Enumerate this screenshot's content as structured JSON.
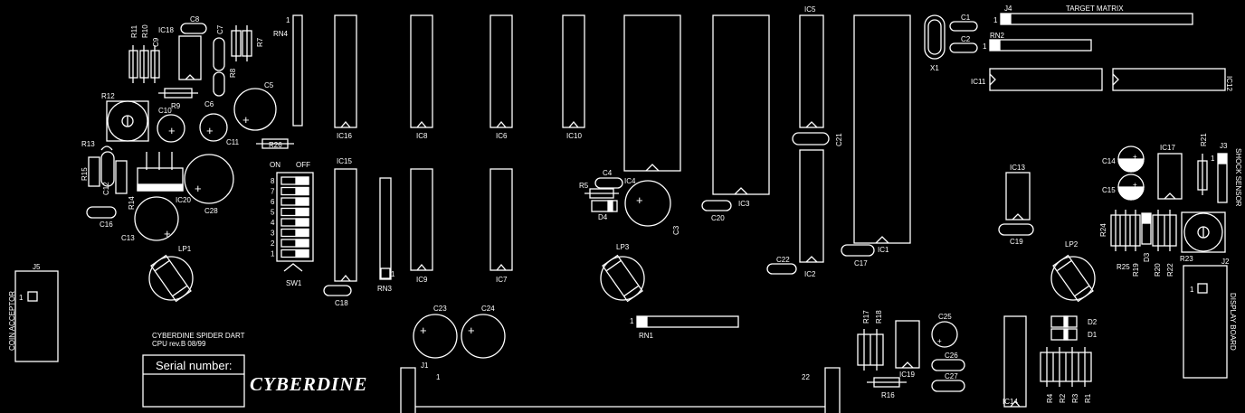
{
  "board": {
    "title": "CYBERDINE SPIDER DART",
    "revision": "CPU rev.B 08/99",
    "serial_label": "Serial number:",
    "logo_text": "CYBERDINE"
  },
  "labels": {
    "ic18": "IC18",
    "c8": "C8",
    "c7": "C7",
    "r7": "R7",
    "r8": "R8",
    "c6": "C6",
    "r11": "R11",
    "r10": "R10",
    "c9": "C9",
    "r12": "R12",
    "r9": "R9",
    "c10": "C10",
    "c11": "C11",
    "c5": "C5",
    "r26": "R26",
    "r13": "R13",
    "r15": "R15",
    "c12": "C12",
    "r14": "R14",
    "ic20": "IC20",
    "c28": "C28",
    "c16": "C16",
    "c13": "C13",
    "lp1": "LP1",
    "j5": "J5",
    "coin_acceptor": "COIN ACCEPTOR",
    "rn4": "RN4",
    "ic16": "IC16",
    "ic8": "IC8",
    "ic6": "IC6",
    "ic10": "IC10",
    "ic15": "IC15",
    "ic9": "IC9",
    "ic7": "IC7",
    "rn3": "RN3",
    "sw1": "SW1",
    "sw_on": "ON",
    "sw_off": "OFF",
    "c18": "C18",
    "c23": "C23",
    "c24": "C24",
    "j1": "J1",
    "c4": "C4",
    "ic4": "IC4",
    "r5": "R5",
    "d4": "D4",
    "c3": "C3",
    "lp3": "LP3",
    "rn1": "RN1",
    "c20": "C20",
    "ic3": "IC3",
    "ic5": "IC5",
    "c21": "C21",
    "c22": "C22",
    "ic2": "IC2",
    "c17": "C17",
    "ic1": "IC1",
    "x1": "X1",
    "c1": "C1",
    "c2": "C2",
    "rn2": "RN2",
    "j4": "J4",
    "target_matrix": "TARGET MATRIX",
    "ic11": "IC11",
    "ic12": "IC12",
    "ic13": "IC13",
    "c19": "C19",
    "c14": "C14",
    "c15": "C15",
    "ic17": "IC17",
    "r21": "R21",
    "j3": "J3",
    "shock_sensor": "SHOCK SENSOR",
    "r24": "R24",
    "r25": "R25",
    "r19": "R19",
    "d3": "D3",
    "r20": "R20",
    "r22": "R22",
    "r23": "R23",
    "lp2": "LP2",
    "j2": "J2",
    "display_board": "DISPLAY BOARD",
    "r17": "R17",
    "r18": "R18",
    "c25": "C25",
    "c26": "C26",
    "c27": "C27",
    "ic19": "IC19",
    "r16": "R16",
    "ic14": "IC14",
    "d2": "D2",
    "d1": "D1",
    "r4": "R4",
    "r2": "R2",
    "r3": "R3",
    "r1": "R1"
  },
  "pins": {
    "one": "1",
    "twentytwo": "22"
  },
  "dip_numbers": [
    "8",
    "7",
    "6",
    "5",
    "4",
    "3",
    "2",
    "1"
  ]
}
